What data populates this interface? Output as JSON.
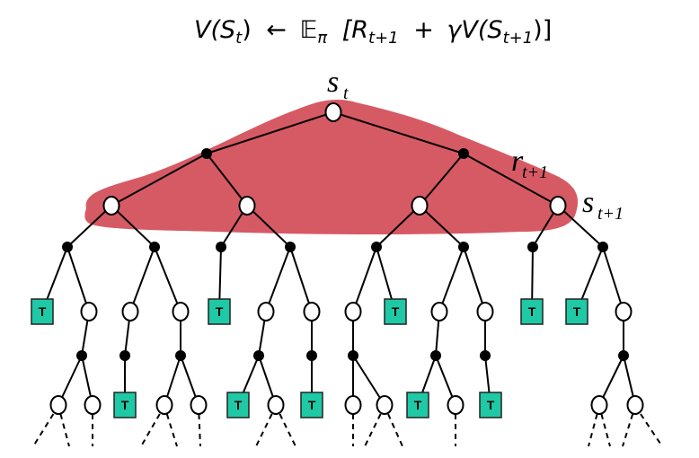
{
  "equation": {
    "lhs": "V(S",
    "lhs_sub": "t",
    "lhs_close": ")",
    "arrow": "←",
    "expectation": "𝔼",
    "expectation_sub": "π",
    "rhs_open": "[R",
    "rhs_r_sub": "t+1",
    "rhs_plus": "+",
    "gamma": "γ",
    "rhs_v": "V(S",
    "rhs_v_sub": "t+1",
    "rhs_close": ")]"
  },
  "labels": {
    "root_state": {
      "main": "s",
      "sub": "t"
    },
    "reward": {
      "main": "r",
      "sub": "t+1"
    },
    "next_state": {
      "main": "s",
      "sub": "t+1"
    }
  },
  "terminal_label": "T",
  "colors": {
    "backup_region": "#d65a64",
    "terminal_fill": "#1fc9a5",
    "state_fill": "#ffffff",
    "action_fill": "#000000"
  },
  "tree": {
    "description": "Dynamic programming full-width one-step backup tree",
    "node_types": [
      "state",
      "action",
      "terminal"
    ],
    "highlighted_depth": "one step (state -> actions -> next states)"
  }
}
